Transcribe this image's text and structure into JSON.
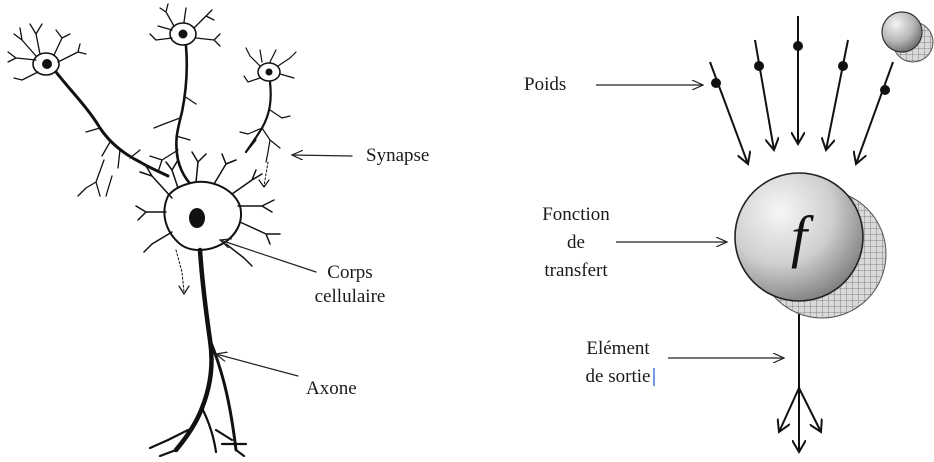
{
  "biological": {
    "labels": {
      "synapse": "Synapse",
      "cell_body_line1": "Corps",
      "cell_body_line2": "cellulaire",
      "axon": "Axone"
    }
  },
  "artificial": {
    "labels": {
      "weights": "Poids",
      "transfer_line1": "Fonction",
      "transfer_line2": "de",
      "transfer_line3": "transfert",
      "output_line1": "Elément",
      "output_line2": "de sortie"
    },
    "function_symbol": "f"
  },
  "colors": {
    "ink": "#111111",
    "sphere_light": "#f4f4f4",
    "sphere_dark": "#8c8c8c",
    "hatch": "#7a7a7a"
  }
}
